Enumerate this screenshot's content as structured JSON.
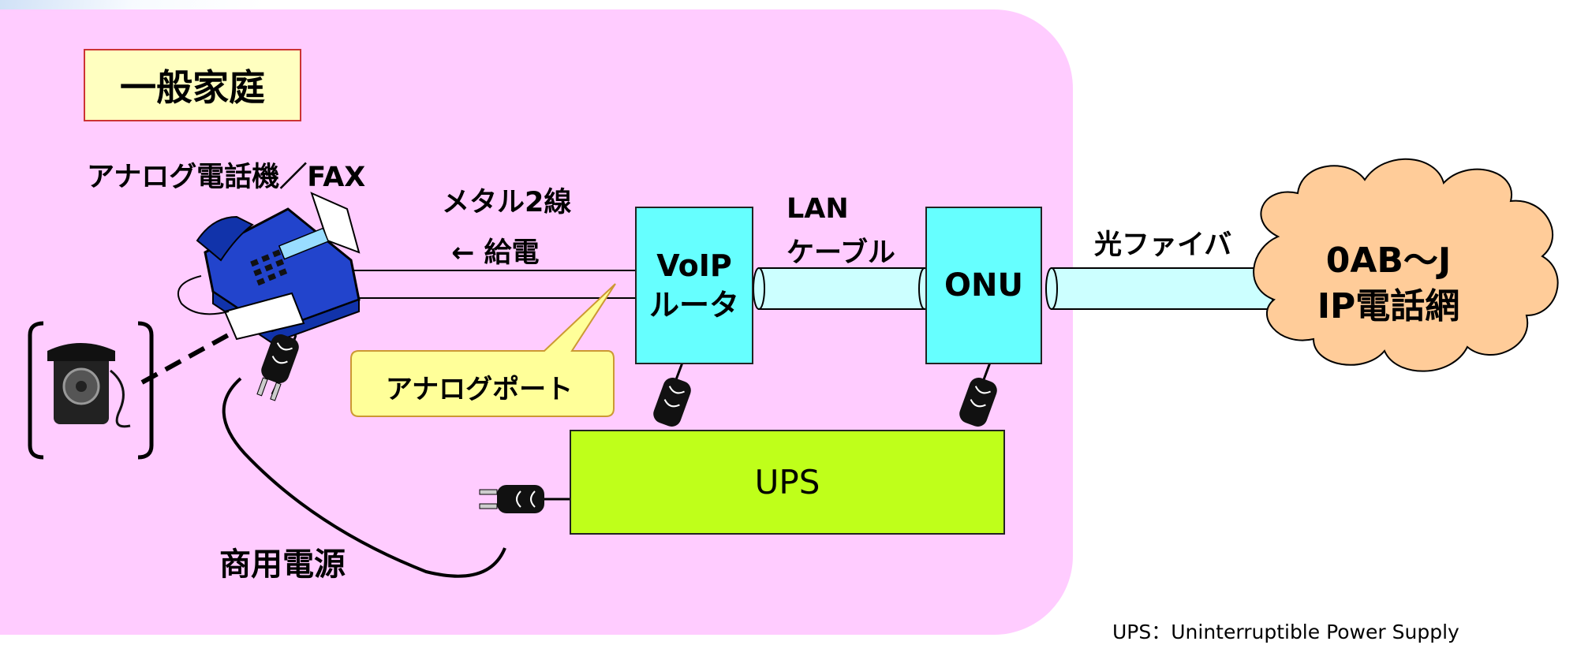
{
  "title": "一般家庭",
  "labels": {
    "phone_fax": "アナログ電話機／FAX",
    "metal_line": "メタル2線",
    "power_feed": "← 給電",
    "lan_line1": "LAN",
    "lan_line2": "ケーブル",
    "fiber": "光ファイバ",
    "commercial_power": "商用電源",
    "analog_port": "アナログポート"
  },
  "devices": {
    "voip_line1": "VoIP",
    "voip_line2": "ルータ",
    "onu": "ONU",
    "ups": "UPS"
  },
  "network": {
    "line1": "0AB～J",
    "line2": "IP電話網"
  },
  "footnote": "UPS：Uninterruptible Power Supply",
  "colors": {
    "home_area": "#ffccff",
    "device_fill": "#66ffff",
    "ups_fill": "#bfff1a",
    "cloud_fill": "#ffcc99",
    "callout_fill": "#ffff99",
    "cable_fill": "#ccffff",
    "title_fill": "#ffffc0"
  },
  "icons": [
    "fax-machine-icon",
    "rotary-phone-icon",
    "power-plug-icon"
  ]
}
